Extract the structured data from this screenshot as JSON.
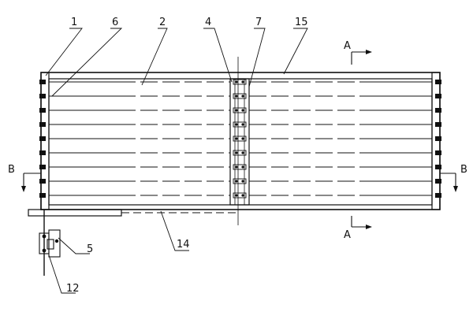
{
  "figure": {
    "part_labels": {
      "p1": "1",
      "p6": "6",
      "p2": "2",
      "p4": "4",
      "p7": "7",
      "p15": "15",
      "p14": "14",
      "p5": "5",
      "p12": "12"
    },
    "section_labels": {
      "a_top": "A",
      "a_bottom": "A",
      "b_left": "B",
      "b_right": "B"
    },
    "tube_rows": 9
  },
  "colors": {
    "line": "#111111",
    "background": "#ffffff"
  }
}
